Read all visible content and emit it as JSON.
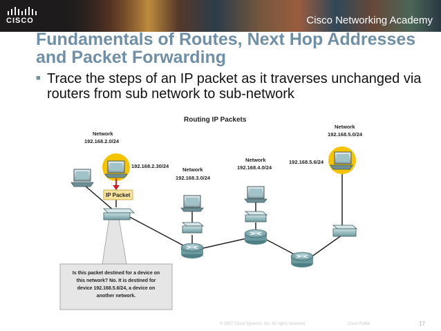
{
  "header": {
    "brand": "CISCO",
    "academy": "Cisco Networking Academy"
  },
  "slide": {
    "title_line1": "Fundamentals of Routes, Next Hop Addresses",
    "title_line2": "and Packet Forwarding",
    "bullet": "Trace the steps of an IP packet as it traverses unchanged via routers from sub network to sub-network"
  },
  "diagram": {
    "title": "Routing IP Packets",
    "networks": {
      "n2_label": "Network",
      "n2_addr": "192.168.2.0/24",
      "n3_label": "Network",
      "n3_addr": "192.168.3.0/24",
      "n4_label": "Network",
      "n4_addr": "192.168.4.0/24",
      "n5_label": "Network",
      "n5_addr": "192.168.5.0/24"
    },
    "source_ip": "192.168.2.30/24",
    "dest_ip": "192.168.5.6/24",
    "packet_label": "IP Packet",
    "callout": {
      "line1": "Is this packet destined for a device on",
      "line2": "this network?  No.  It is destined for",
      "line3": "device 192.168.5.6/24, a device on",
      "line4": "another  network."
    },
    "colors": {
      "highlight": "#f5c400",
      "packet": "#f9e5a0",
      "arrow": "#d42020"
    }
  },
  "footer": {
    "copyright": "© 2007 Cisco Systems, Inc. All rights reserved.",
    "classification": "Cisco Public",
    "page": "17"
  }
}
